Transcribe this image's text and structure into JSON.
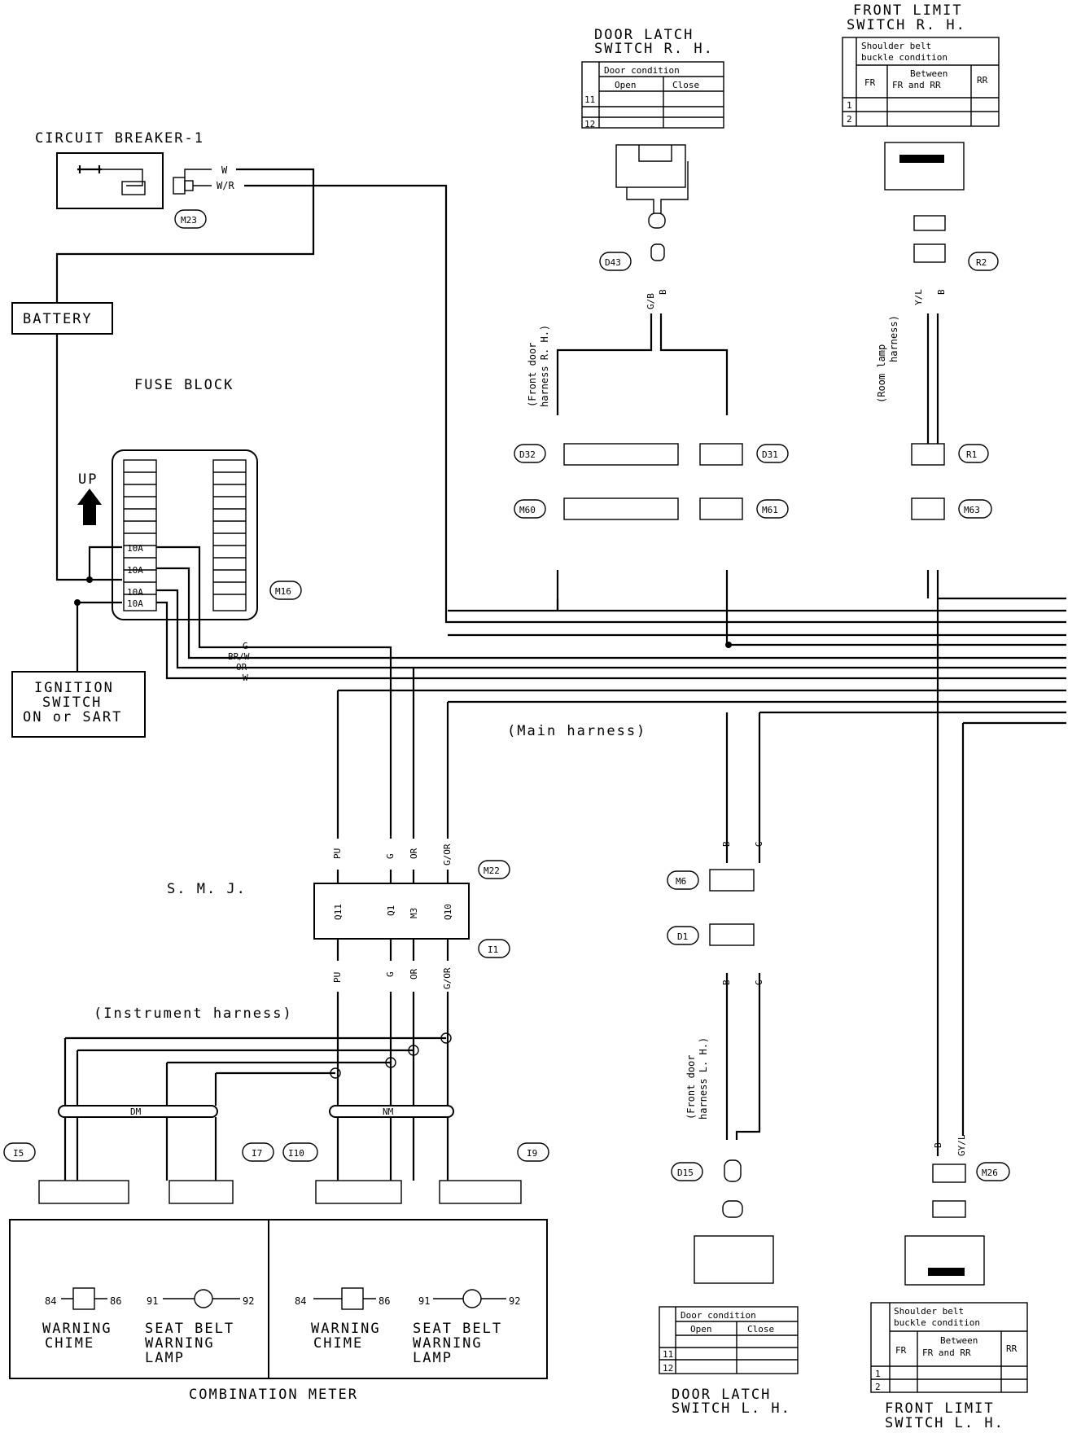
{
  "labels": {
    "circuit_breaker": "CIRCUIT BREAKER-1",
    "battery": "BATTERY",
    "fuse_block": "FUSE BLOCK",
    "up": "UP",
    "ignition_1": "IGNITION",
    "ignition_2": "SWITCH",
    "ignition_3": "ON or SART",
    "smj": "S. M. J.",
    "main_harness": "(Main harness)",
    "instrument_harness": "(Instrument harness)",
    "combination_meter": "COMBINATION METER",
    "door_latch_rh_1": "DOOR LATCH",
    "door_latch_rh_2": "SWITCH R. H.",
    "front_limit_rh_1": "FRONT LIMIT",
    "front_limit_rh_2": "SWITCH R. H.",
    "door_latch_lh_1": "DOOR LATCH",
    "door_latch_lh_2": "SWITCH L. H.",
    "front_limit_lh_1": "FRONT LIMIT",
    "front_limit_lh_2": "SWITCH L. H.",
    "front_door_rh_1": "(Front door",
    "front_door_rh_2": "harness R. H.)",
    "room_lamp_1": "(Room lamp",
    "room_lamp_2": "harness)",
    "front_door_lh_1": "(Front door",
    "front_door_lh_2": "harness L. H.)",
    "warning_chime_1": "WARNING",
    "warning_chime_2": "CHIME",
    "seat_belt_1": "SEAT BELT",
    "seat_belt_2": "WARNING",
    "seat_belt_3": "LAMP",
    "dm": "DM",
    "nm": "NM"
  },
  "connectors": {
    "m23": "M23",
    "m16": "M16",
    "d43": "D43",
    "d32": "D32",
    "d31": "D31",
    "m60": "M60",
    "m61": "M61",
    "r2": "R2",
    "r1": "R1",
    "m63": "M63",
    "m22": "M22",
    "i1": "I1",
    "m6": "M6",
    "d1": "D1",
    "d15": "D15",
    "m26": "M26",
    "i5": "I5",
    "i7": "I7",
    "i10": "I10",
    "i9": "I9"
  },
  "fuses": [
    "10A",
    "10A",
    "10A",
    "10A"
  ],
  "wire_colors": {
    "w": "W",
    "wr": "W/R",
    "g": "G",
    "brw": "BR/W",
    "or": "OR",
    "pu": "PU",
    "gor": "G/OR",
    "gb": "G/B",
    "b": "B",
    "yl": "Y/L",
    "gyl": "GY/L"
  },
  "smj_pins": [
    "Q11",
    "Q1",
    "M3",
    "Q10"
  ],
  "door_table": {
    "header": "Door condition",
    "cols": [
      "Open",
      "Close"
    ],
    "rows": [
      "11",
      "12"
    ]
  },
  "belt_table": {
    "header_1": "Shoulder belt",
    "header_2": "buckle condition",
    "cols": [
      "FR",
      "Between",
      "FR and RR",
      "RR"
    ],
    "rows": [
      "1",
      "2"
    ]
  },
  "pins": {
    "p84": "84",
    "p86": "86",
    "p91": "91",
    "p92": "92",
    "p11": "11",
    "p12": "12",
    "p1": "1",
    "p2": "2"
  }
}
